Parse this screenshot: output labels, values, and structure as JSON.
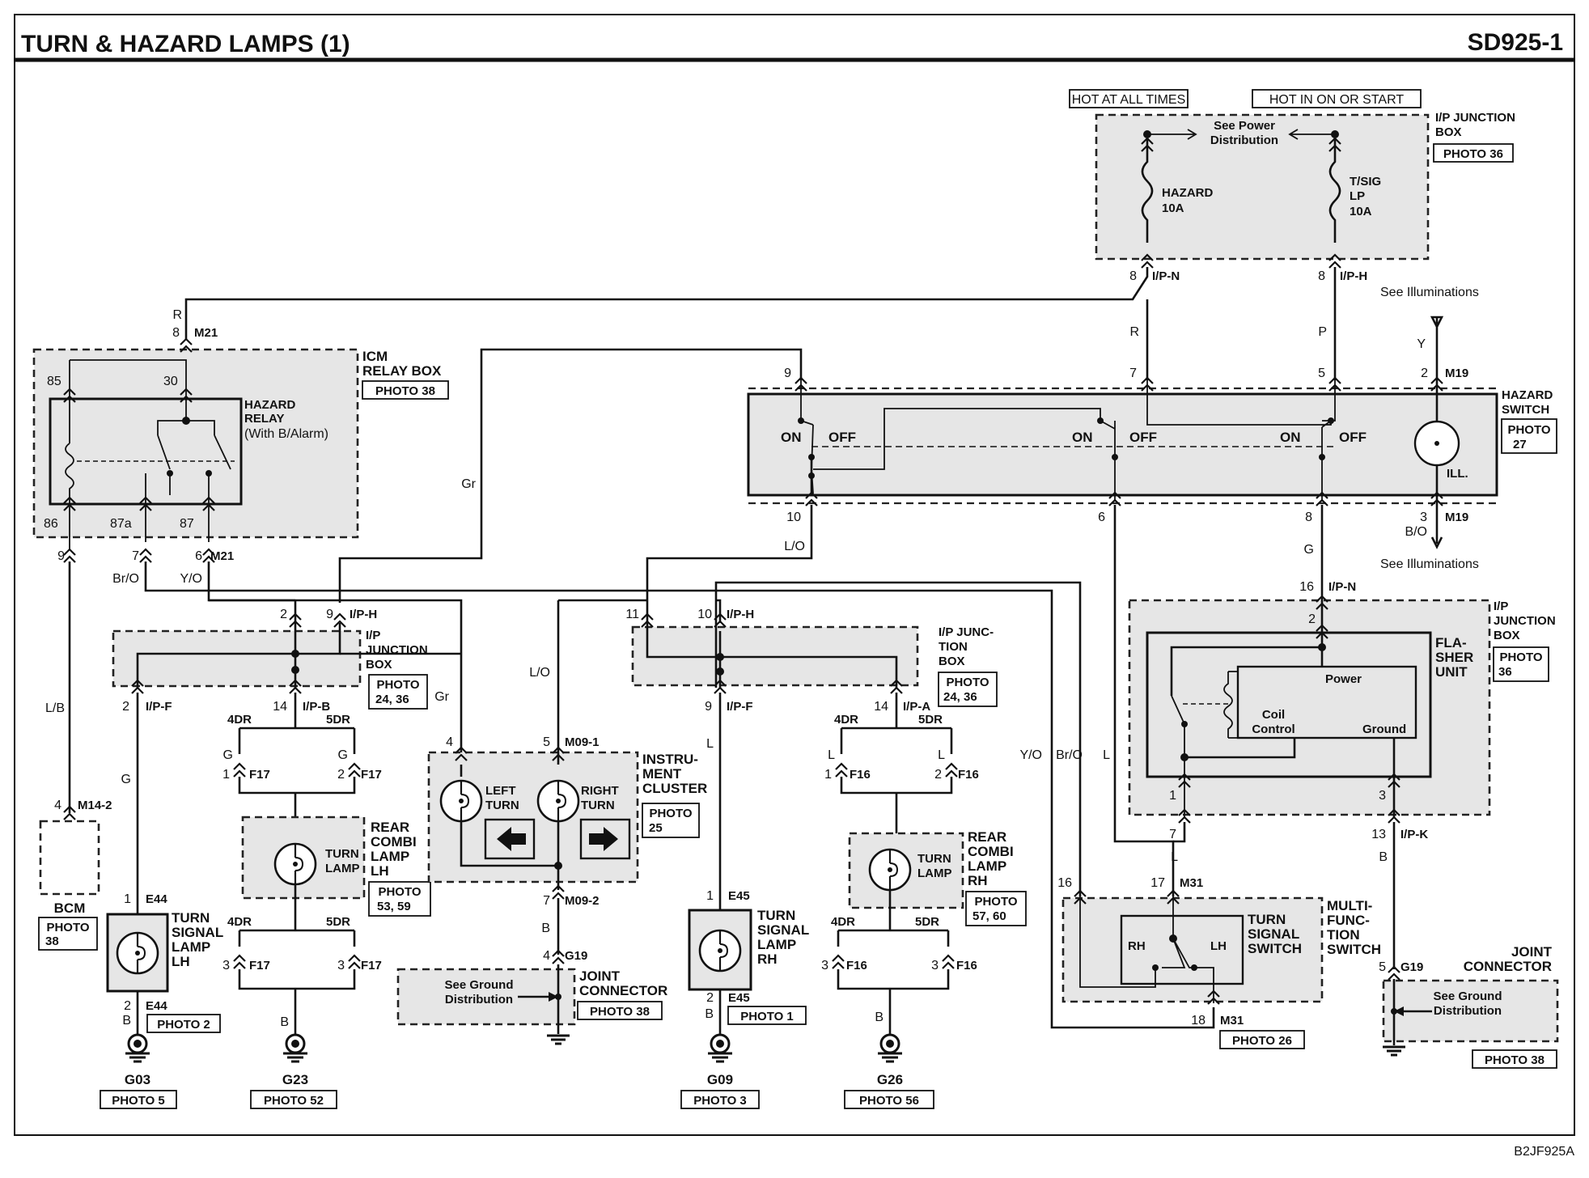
{
  "title": "TURN & HAZARD LAMPS (1)",
  "code": "SD925-1",
  "footer_code": "B2JF925A",
  "power": {
    "hot_at_all_times": "HOT AT ALL TIMES",
    "hot_in_on": "HOT IN ON OR START",
    "see_power": [
      "See Power",
      "Distribution"
    ],
    "hazard_fuse": [
      "HAZARD",
      "10A"
    ],
    "tsig_fuse": [
      "T/SIG",
      "LP",
      "10A"
    ],
    "ip_box": [
      "I/P JUNCTION",
      "BOX"
    ],
    "ip_box_photo": "PHOTO 36"
  },
  "icm": {
    "label": [
      "ICM",
      "RELAY BOX"
    ],
    "photo": "PHOTO 38",
    "relay": [
      "HAZARD",
      "RELAY",
      "(With B/Alarm)"
    ],
    "pins": [
      "85",
      "30",
      "86",
      "87a",
      "87"
    ]
  },
  "hazard_switch": {
    "label": [
      "HAZARD",
      "SWITCH"
    ],
    "photo": [
      "PHOTO",
      "27"
    ],
    "on": "ON",
    "off": "OFF",
    "ill": "ILL."
  },
  "flasher": {
    "label": [
      "FLA-",
      "SHER",
      "UNIT"
    ],
    "ip_box": [
      "I/P",
      "JUNCTION",
      "BOX"
    ],
    "photo": [
      "PHOTO",
      "36"
    ],
    "power": "Power",
    "coil": [
      "Coil",
      "Control"
    ],
    "ground": "Ground"
  },
  "ip_left": {
    "label": [
      "I/P",
      "JUNCTION",
      "BOX"
    ],
    "photo": [
      "PHOTO",
      "24, 36"
    ]
  },
  "ip_mid": {
    "label": [
      "I/P JUNC-",
      "TION",
      "BOX"
    ],
    "photo": [
      "PHOTO",
      "24, 36"
    ]
  },
  "cluster": {
    "label": [
      "INSTRU-",
      "MENT",
      "CLUSTER"
    ],
    "photo": [
      "PHOTO",
      "25"
    ],
    "left": [
      "LEFT",
      "TURN"
    ],
    "right": [
      "RIGHT",
      "TURN"
    ]
  },
  "rear_lh": {
    "label": [
      "REAR",
      "COMBI",
      "LAMP",
      "LH"
    ],
    "lamp": [
      "TURN",
      "LAMP"
    ],
    "photo": [
      "PHOTO",
      "53, 59"
    ]
  },
  "rear_rh": {
    "label": [
      "REAR",
      "COMBI",
      "LAMP",
      "RH"
    ],
    "lamp": [
      "TURN",
      "LAMP"
    ],
    "photo": [
      "PHOTO",
      "57, 60"
    ]
  },
  "turn_lh": {
    "label": [
      "TURN",
      "SIGNAL",
      "LAMP",
      "LH"
    ],
    "photo": "PHOTO 2"
  },
  "turn_rh": {
    "label": [
      "TURN",
      "SIGNAL",
      "LAMP",
      "RH"
    ],
    "photo": "PHOTO 1"
  },
  "bcm": {
    "label": "BCM",
    "photo": [
      "PHOTO",
      "38"
    ]
  },
  "multi": {
    "label": [
      "MULTI-",
      "FUNC-",
      "TION",
      "SWITCH"
    ],
    "sw": [
      "TURN",
      "SIGNAL",
      "SWITCH"
    ],
    "rh": "RH",
    "lh": "LH",
    "photo": "PHOTO 26"
  },
  "joint_left": {
    "label": [
      "JOINT",
      "CONNECTOR"
    ],
    "photo": "PHOTO 38",
    "see": [
      "See Ground",
      "Distribution"
    ]
  },
  "joint_right": {
    "label": [
      "JOINT",
      "CONNECTOR"
    ],
    "photo": "PHOTO 38",
    "see": [
      "See Ground",
      "Distribution"
    ]
  },
  "see_illum": "See Illuminations",
  "grounds": [
    {
      "name": "G03",
      "photo": "PHOTO 5"
    },
    {
      "name": "G23",
      "photo": "PHOTO 52"
    },
    {
      "name": "G09",
      "photo": "PHOTO 3"
    },
    {
      "name": "G26",
      "photo": "PHOTO 56"
    }
  ],
  "conn": {
    "ipn": "I/P-N",
    "iph": "I/P-H",
    "ipf": "I/P-F",
    "ipb": "I/P-B",
    "ipa": "I/P-A",
    "ipk": "I/P-K",
    "m21": "M21",
    "m19": "M19",
    "m31": "M31",
    "m091": "M09-1",
    "m092": "M09-2",
    "m142": "M14-2",
    "e44": "E44",
    "e45": "E45",
    "f16": "F16",
    "f17": "F17",
    "g19": "G19",
    "dr4": "4DR",
    "dr5": "5DR"
  },
  "wires": {
    "R": "R",
    "P": "P",
    "Y": "Y",
    "Gr": "Gr",
    "LO": "L/O",
    "BrO": "Br/O",
    "YO": "Y/O",
    "LB": "L/B",
    "G": "G",
    "L": "L",
    "B": "B",
    "BO": "B/O"
  }
}
